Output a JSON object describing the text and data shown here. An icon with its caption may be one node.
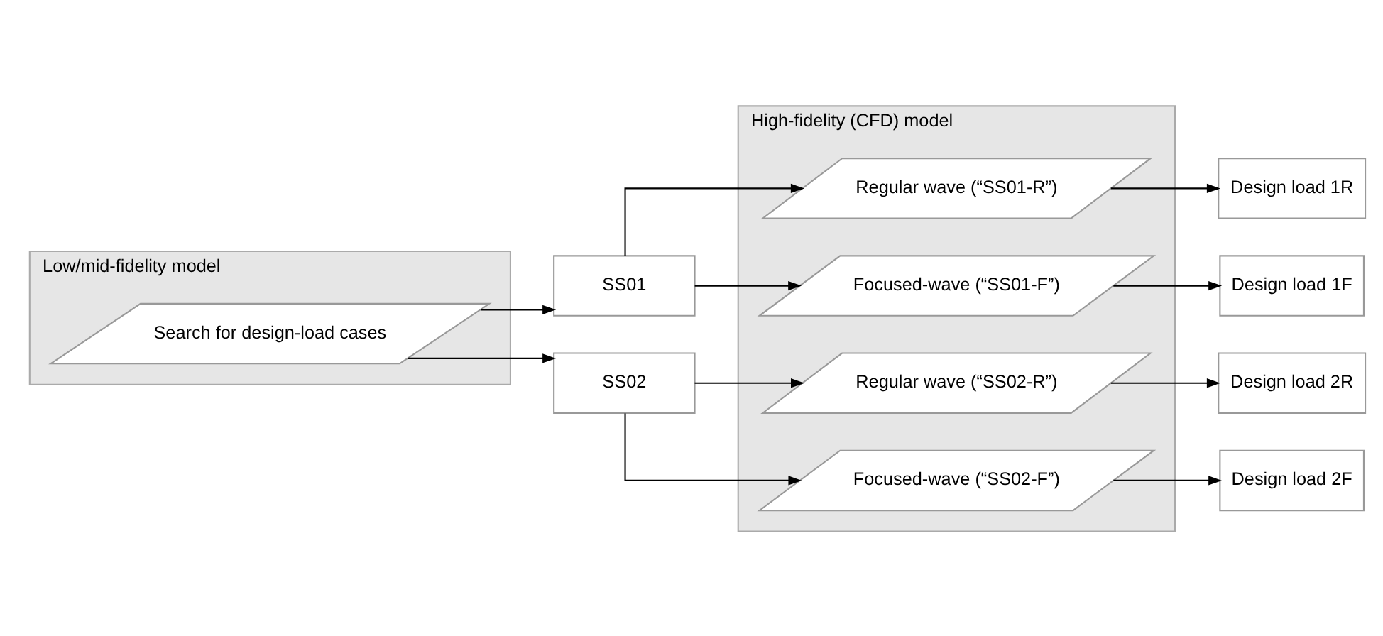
{
  "diagram": {
    "nodes": [
      {
        "text": [
          "Low/mid-fidelity model"
        ]
      },
      {
        "text": [
          "Search for design-load cases"
        ],
        "in": 0
      },
      {
        "text": [
          "SS01"
        ]
      },
      {
        "text": [
          "SS02"
        ]
      },
      {
        "text": [
          "High-fidelity (CFD) model"
        ]
      },
      {
        "text": [
          "Regular wave (“SS01-R”)"
        ],
        "in": 4
      },
      {
        "text": [
          "Focused-wave (“SS01-F”)"
        ],
        "in": 4
      },
      {
        "text": [
          "Regular wave (“SS02-R”)"
        ],
        "in": 4
      },
      {
        "text": [
          "Focused-wave (“SS02-F”)"
        ],
        "in": 4
      },
      {
        "text": [
          "Design load 1R"
        ]
      },
      {
        "text": [
          "Design load 1F"
        ]
      },
      {
        "text": [
          "Design load 2R"
        ]
      },
      {
        "text": [
          "Design load 2F"
        ]
      }
    ],
    "edges": [
      {
        "from": 1,
        "to": 2,
        "arrow": "to"
      },
      {
        "from": 1,
        "to": 3,
        "arrow": "to"
      },
      {
        "from": 2,
        "to": 5,
        "arrow": "to"
      },
      {
        "from": 2,
        "to": 6,
        "arrow": "to"
      },
      {
        "from": 3,
        "to": 7,
        "arrow": "to"
      },
      {
        "from": 3,
        "to": 8,
        "arrow": "to"
      },
      {
        "from": 5,
        "to": 9,
        "arrow": "to"
      },
      {
        "from": 6,
        "to": 10,
        "arrow": "to"
      },
      {
        "from": 7,
        "to": 11,
        "arrow": "to"
      },
      {
        "from": 8,
        "to": 12,
        "arrow": "to"
      }
    ]
  }
}
